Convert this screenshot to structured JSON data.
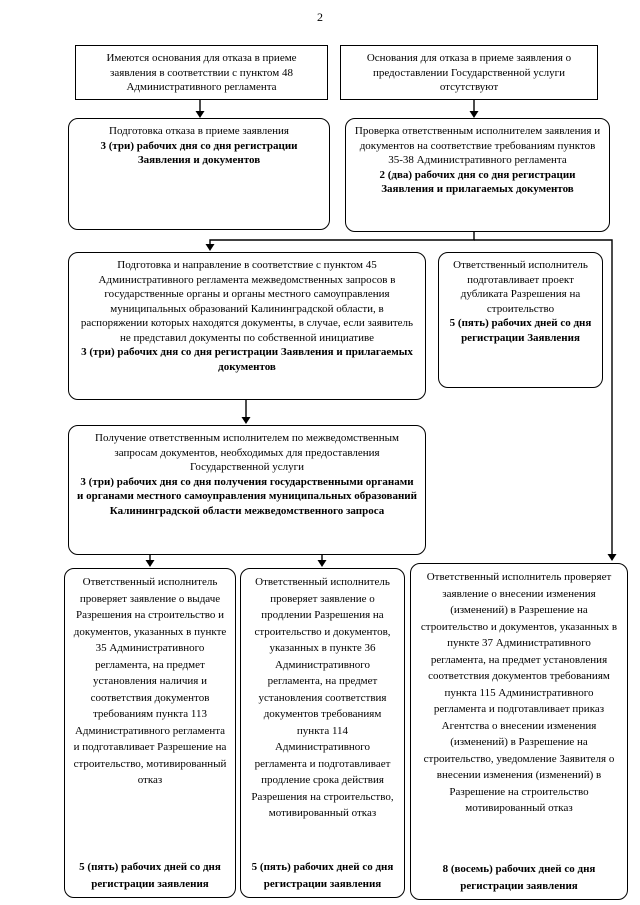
{
  "page": {
    "number": "2"
  },
  "colors": {
    "ink": "#000000",
    "paper": "#ffffff"
  },
  "diagram": {
    "nodes": {
      "refusal_grounds": {
        "text": "Имеются основания для отказа в приеме заявления в соответствии с пунктом 48 Административного регламента"
      },
      "no_refusal_grounds": {
        "text": "Основания для отказа в приеме заявления о предоставлении Государственной услуги отсутствуют"
      },
      "prepare_refusal": {
        "text": "Подготовка отказа в приеме заявления",
        "term": "3 (три) рабочих дня со дня регистрации Заявления и документов"
      },
      "check_documents": {
        "text": "Проверка ответственным исполнителем заявления и документов на соответствие требованиям пунктов 35-38 Административного регламента",
        "term": "2 (два) рабочих дня со дня регистрации Заявления и прилагаемых документов"
      },
      "interagency_requests": {
        "text": "Подготовка и направление в соответствие с пунктом 45 Административного регламента межведомственных запросов в государственные органы и органы местного самоуправления муниципальных образований Калининградской области, в распоряжении которых находятся документы, в случае, если заявитель не представил документы по собственной инициативе",
        "term": "3 (три) рабочих дня со дня регистрации Заявления и прилагаемых документов"
      },
      "duplicate_permit": {
        "text": "Ответственный исполнитель подготавливает проект дубликата Разрешения на строительство",
        "term": "5 (пять) рабочих дней со дня регистрации Заявления"
      },
      "receive_documents": {
        "text": "Получение ответственным исполнителем по межведомственным запросам документов, необходимых для предоставления Государственной услуги",
        "term": "3 (три) рабочих дня со дня получения государственными органами и органами местного самоуправления муниципальных образований Калининградской области межведомственного запроса"
      },
      "issue_permit": {
        "text": "Ответственный исполнитель проверяет заявление о выдаче Разрешения на строительство и документов, указанных в пункте 35 Административного регламента, на предмет установления наличия и соответствия документов требованиям пункта 113 Административного регламента и подготавливает Разрешение на строительство, мотивированный отказ",
        "term": "5 (пять) рабочих дней со дня регистрации заявления"
      },
      "extend_permit": {
        "text": "Ответственный исполнитель проверяет заявление о продлении Разрешения на строительство и документов, указанных в пункте 36 Административного регламента, на предмет установления соответствия документов требованиям пункта 114 Административного регламента и подготавливает продление срока действия Разрешения на строительство, мотивированный отказ",
        "term": "5 (пять) рабочих дней со дня регистрации заявления"
      },
      "amend_permit": {
        "text": "Ответственный исполнитель проверяет заявление о внесении изменения (изменений) в Разрешение на строительство и документов, указанных в пункте 37 Административного регламента, на предмет установления соответствия документов требованиям пункта 115 Административного регламента и подготавливает приказ Агентства о внесении изменения (изменений) в Разрешение на строительство, уведомление Заявителя о внесении изменения (изменений) в Разрешение на строительство мотивированный отказ",
        "term": "8 (восемь) рабочих дней со дня регистрации заявления"
      }
    }
  }
}
